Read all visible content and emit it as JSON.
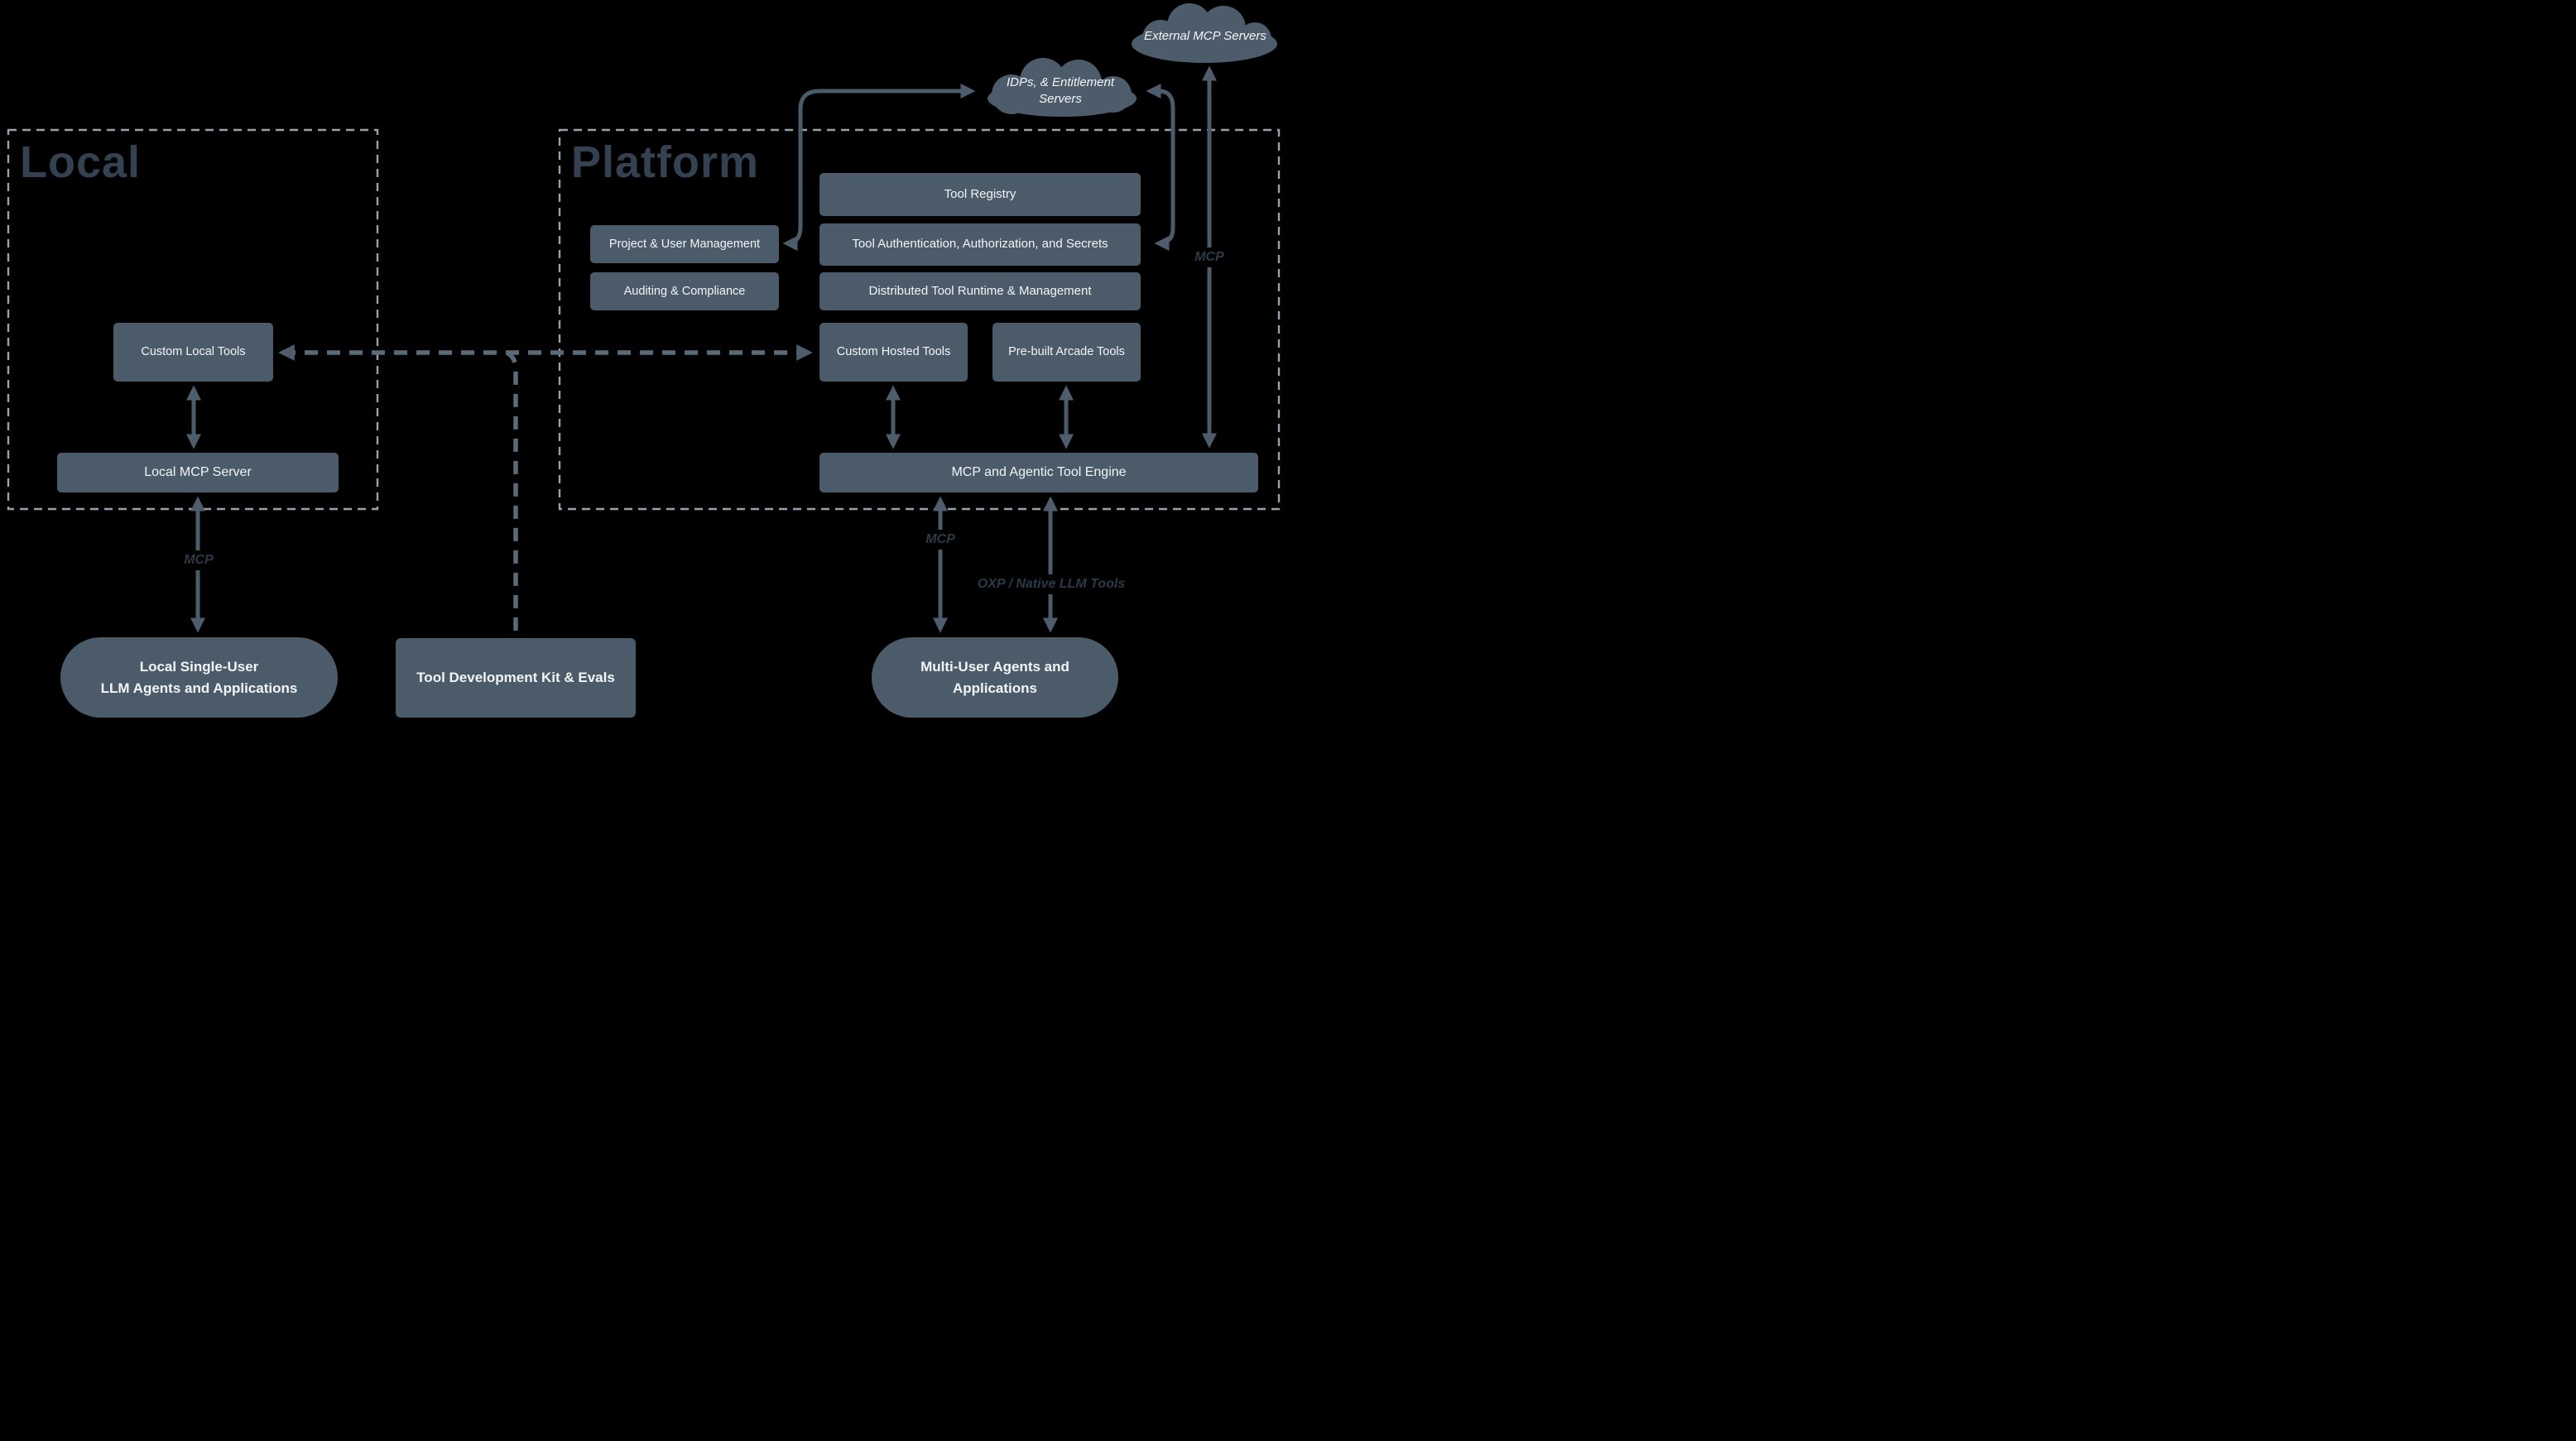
{
  "regions": {
    "local": {
      "title": "Local"
    },
    "platform": {
      "title": "Platform"
    }
  },
  "clouds": {
    "external": {
      "label": "External MCP Servers"
    },
    "idps": {
      "label": "IDPs, & Entitlement\nServers"
    }
  },
  "boxes": {
    "tool_registry": "Tool Registry",
    "project_user_mgmt": "Project & User Management",
    "tool_auth": "Tool Authentication, Authorization, and Secrets",
    "auditing": "Auditing & Compliance",
    "distributed_runtime": "Distributed Tool Runtime & Management",
    "custom_local_tools": "Custom Local Tools",
    "custom_hosted_tools": "Custom Hosted Tools",
    "prebuilt_arcade": "Pre-built Arcade Tools",
    "local_mcp_server": "Local MCP Server",
    "mcp_engine": "MCP and Agentic Tool Engine",
    "tdk": "Tool Development Kit & Evals",
    "local_agents": "Local Single-User\nLLM Agents and Applications",
    "multi_user": "Multi-User Agents and\nApplications"
  },
  "edge_labels": {
    "mcp_local": "MCP",
    "mcp_engine": "MCP",
    "oxp": "OXP / Native LLM Tools",
    "mcp_external": "MCP"
  },
  "colors": {
    "background": "#000000",
    "node_fill": "#4b5b6a",
    "cloud_fill": "#4d5c6b",
    "node_text": "#f2f5f7",
    "region_title": "#344150",
    "edge_label": "#2c3a47",
    "arrow": "#4c5b69",
    "dashed_arrow": "#5b6a78",
    "region_border": "#96a3ae"
  }
}
